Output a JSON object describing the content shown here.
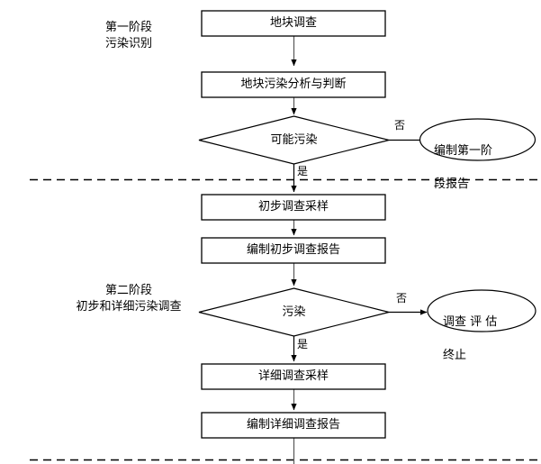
{
  "diagram": {
    "title": "",
    "stages": [
      {
        "id": "stage-1",
        "label_line1": "第一阶段",
        "label_line2": "污染识别"
      },
      {
        "id": "stage-2",
        "label_line1": "第二阶段",
        "label_line2": "初步和详细污染调查"
      }
    ],
    "nodes": [
      {
        "id": "node-site-survey",
        "type": "process",
        "label": "地块调查"
      },
      {
        "id": "node-pollution-analysis",
        "type": "process",
        "label": "地块污染分析与判断"
      },
      {
        "id": "node-possible-pollution",
        "type": "decision",
        "label": "可能污染"
      },
      {
        "id": "node-phase1-report",
        "type": "terminal",
        "label_line1": "编制第一阶",
        "label_line2": "段报告"
      },
      {
        "id": "node-preliminary-sampling",
        "type": "process",
        "label": "初步调查采样"
      },
      {
        "id": "node-preliminary-report",
        "type": "process",
        "label": "编制初步调查报告"
      },
      {
        "id": "node-pollution-decision",
        "type": "decision",
        "label": "污染"
      },
      {
        "id": "node-survey-terminated",
        "type": "terminal",
        "label_line1": "调查 评 估",
        "label_line2": "终止"
      },
      {
        "id": "node-detailed-sampling",
        "type": "process",
        "label": "详细调查采样"
      },
      {
        "id": "node-detailed-report",
        "type": "process",
        "label": "编制详细调查报告"
      }
    ],
    "edge_labels": [
      {
        "id": "edge-label-no-1",
        "text": "否"
      },
      {
        "id": "edge-label-yes-1",
        "text": "是"
      },
      {
        "id": "edge-label-no-2",
        "text": "否"
      },
      {
        "id": "edge-label-yes-2",
        "text": "是"
      }
    ],
    "colors": {
      "stroke": "#000000",
      "connector": "#595959",
      "divider": "#000000",
      "background": "#ffffff",
      "text": "#000000"
    }
  }
}
